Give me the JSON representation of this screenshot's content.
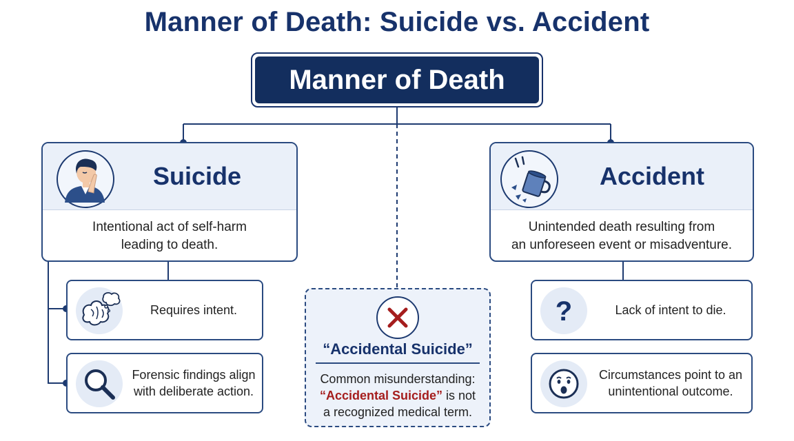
{
  "title": "Manner of Death: Suicide vs. Accident",
  "root": {
    "label": "Manner of Death"
  },
  "suicide": {
    "title": "Suicide",
    "icon": "distressed-person-icon",
    "description": [
      "Intentional act of self-harm",
      "leading to death."
    ],
    "criteria": [
      {
        "icon": "brain-thought-icon",
        "lines": [
          "Requires intent."
        ]
      },
      {
        "icon": "magnifying-glass-icon",
        "lines": [
          "Forensic findings align",
          "with deliberate action."
        ]
      }
    ]
  },
  "accident": {
    "title": "Accident",
    "icon": "falling-mug-icon",
    "description": [
      "Unintended death resulting from",
      "an unforeseen event or misadventure."
    ],
    "criteria": [
      {
        "icon": "question-mark-icon",
        "lines": [
          "Lack of intent to die."
        ]
      },
      {
        "icon": "surprised-face-icon",
        "lines": [
          "Circumstances point to an",
          "unintentional outcome."
        ]
      }
    ]
  },
  "misconception": {
    "icon": "x-mark-icon",
    "heading": "“Accidental Suicide”",
    "lines": [
      "Common misunderstanding:",
      "“Accidental Suicide”",
      " is not",
      "a recognized medical term."
    ]
  },
  "colors": {
    "navy": "#17326b",
    "red": "#a51d1d",
    "panel": "#eaf0f9"
  }
}
